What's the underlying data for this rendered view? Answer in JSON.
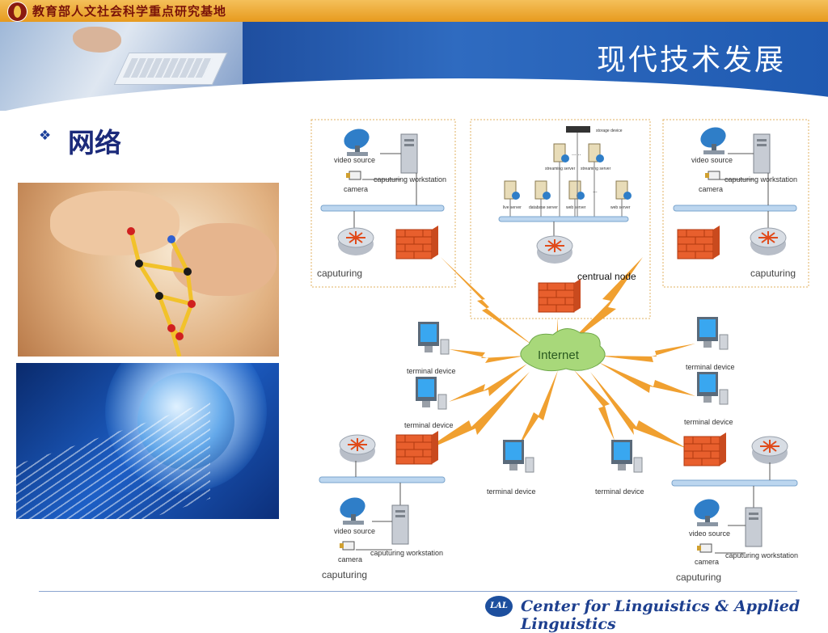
{
  "header": {
    "organization": "教育部人文社会科学重点研究基地",
    "slide_title": "现代技术发展"
  },
  "content": {
    "heading": "网络"
  },
  "diagram": {
    "center_label": "Internet",
    "central_node_label": "centrual node",
    "capture_label": "caputuring",
    "video_source_label": "video source",
    "camera_label": "camera",
    "workstation_label": "caputuring workstation",
    "terminal_label": "terminal device",
    "storage_label": "storage device",
    "streaming_label": "streaming server",
    "live_label": "live server",
    "database_label": "database server",
    "web_label": "web server",
    "ellipsis": "......"
  },
  "footer": {
    "logo_text": "LAL",
    "center_name": "Center for Linguistics & Applied Linguistics"
  },
  "colors": {
    "accent_orange": "#f0a030",
    "brand_blue": "#1d3f8f",
    "firewall_red": "#e85f2d",
    "cloud_green": "#a8d87a"
  }
}
